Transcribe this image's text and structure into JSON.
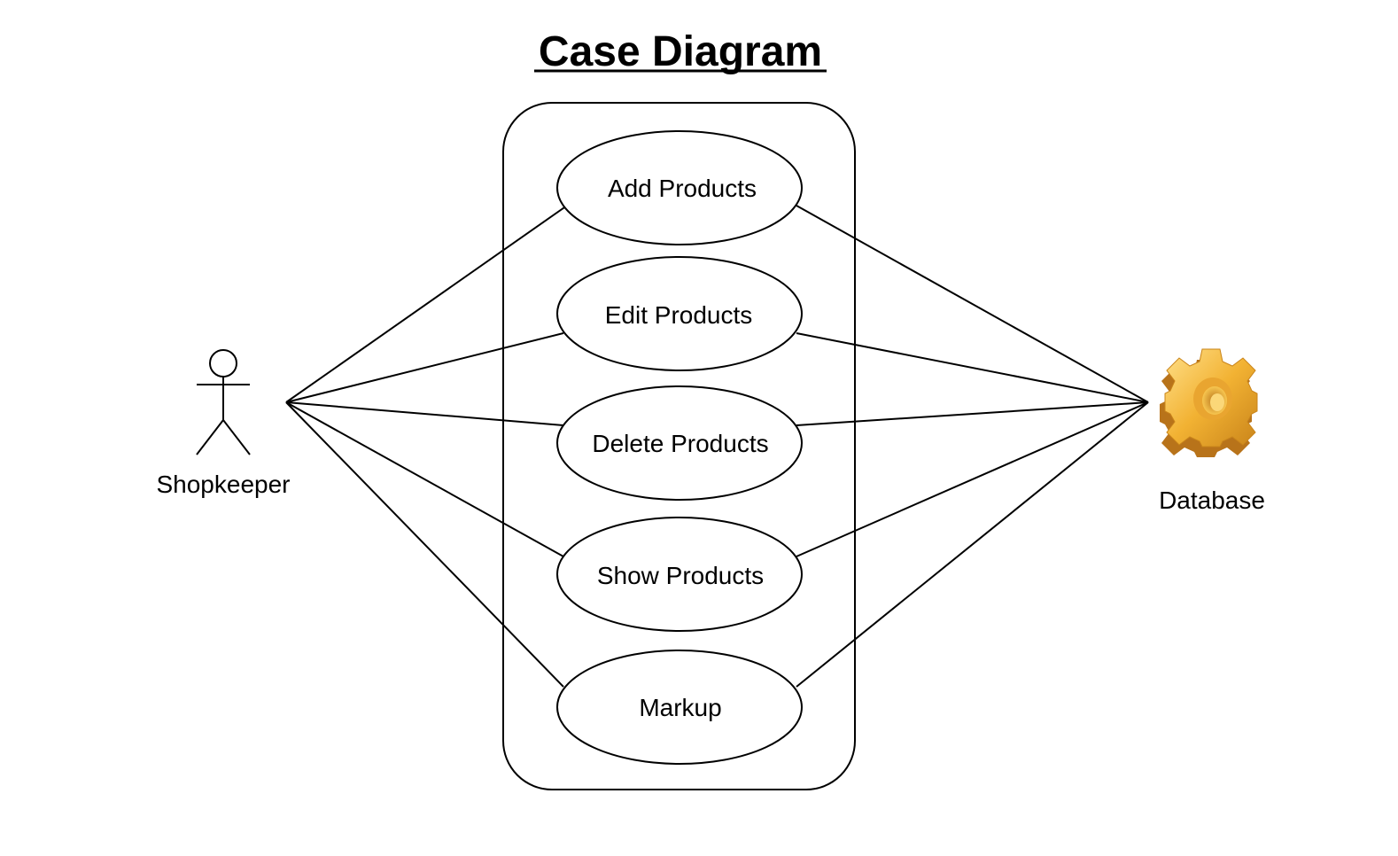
{
  "diagram": {
    "title": "Case Diagram",
    "actors": {
      "shopkeeper": {
        "label": "Shopkeeper",
        "icon": "stick-figure-icon"
      },
      "database": {
        "label": "Database",
        "icon": "gear-icon"
      }
    },
    "use_cases": [
      {
        "label": "Add Products"
      },
      {
        "label": "Edit Products"
      },
      {
        "label": "Delete Products"
      },
      {
        "label": "Show Products"
      },
      {
        "label": "Markup"
      }
    ],
    "associations": [
      {
        "from": "Shopkeeper",
        "to": "Add Products"
      },
      {
        "from": "Shopkeeper",
        "to": "Edit Products"
      },
      {
        "from": "Shopkeeper",
        "to": "Delete Products"
      },
      {
        "from": "Shopkeeper",
        "to": "Show Products"
      },
      {
        "from": "Shopkeeper",
        "to": "Markup"
      },
      {
        "from": "Add Products",
        "to": "Database"
      },
      {
        "from": "Edit Products",
        "to": "Database"
      },
      {
        "from": "Delete Products",
        "to": "Database"
      },
      {
        "from": "Show Products",
        "to": "Database"
      },
      {
        "from": "Markup",
        "to": "Database"
      }
    ],
    "colors": {
      "line": "#000000",
      "background": "#ffffff",
      "gear_light": "#ffd36b",
      "gear_mid": "#f2b233",
      "gear_dark": "#c9841a"
    }
  }
}
